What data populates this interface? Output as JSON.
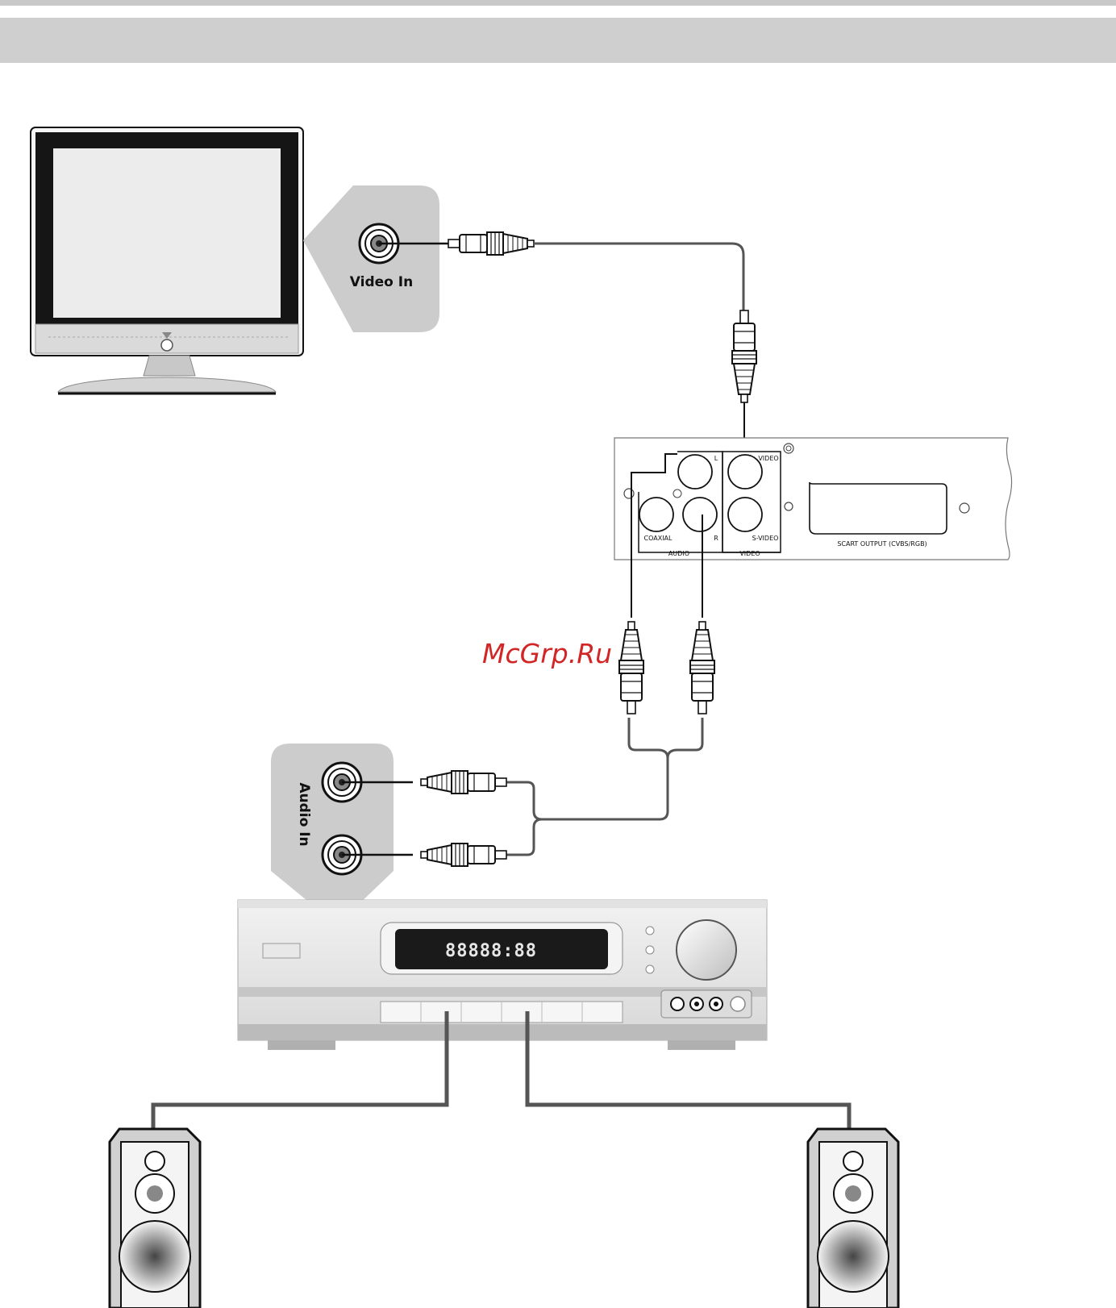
{
  "labels": {
    "tv_jack": "Video In",
    "amp_jack": "Audio In",
    "panel_video": "VIDEO",
    "panel_l": "L",
    "panel_r": "R",
    "panel_coaxial": "COAXIAL",
    "panel_svideo": "S-VIDEO",
    "panel_audio_group": "AUDIO",
    "panel_video_group": "VIDEO",
    "panel_scart": "SCART OUTPUT (CVBS/RGB)",
    "amp_display": "88888:88"
  },
  "watermark": "McGrp.Ru",
  "colors": {
    "header_band": "#cfcfcf",
    "bubble": "#cccccc",
    "watermark": "#d22626",
    "cable": "#555555"
  }
}
